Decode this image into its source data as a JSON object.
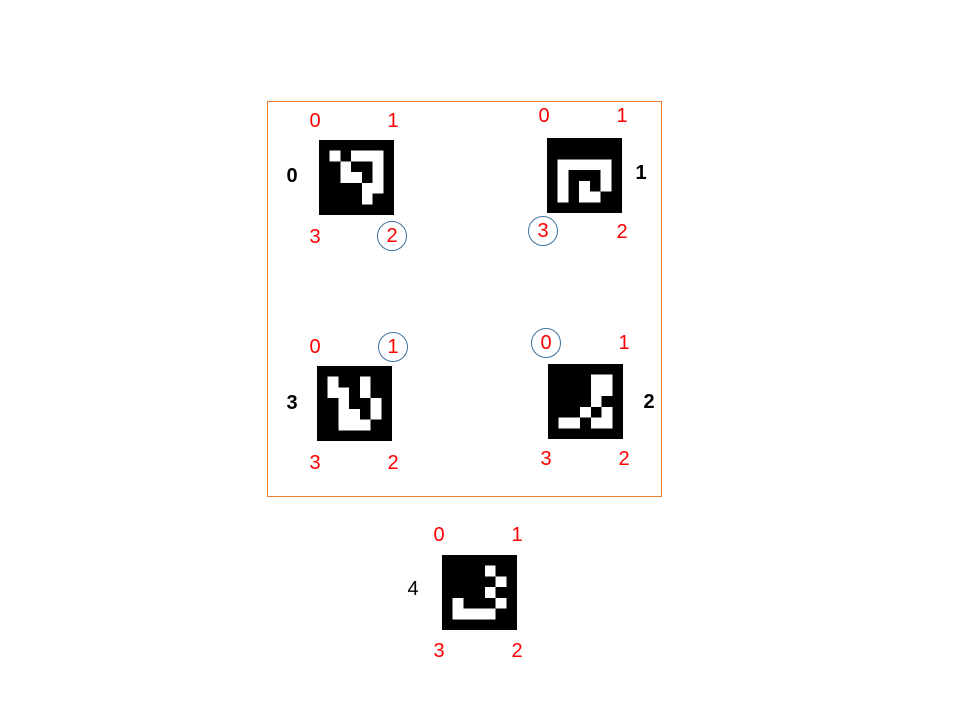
{
  "colors": {
    "corner_label": "#ff0000",
    "marker_id": "#000000",
    "circle": "#41719c",
    "board": "#ed7d31"
  },
  "markers": [
    {
      "id": "0",
      "corners": [
        "0",
        "1",
        "2",
        "3"
      ],
      "highlighted_corner": "2",
      "pattern": [
        [
          0,
          0,
          0,
          0,
          0,
          0,
          0
        ],
        [
          0,
          1,
          0,
          1,
          1,
          1,
          0
        ],
        [
          0,
          0,
          1,
          0,
          0,
          1,
          0
        ],
        [
          0,
          0,
          1,
          1,
          0,
          1,
          0
        ],
        [
          0,
          0,
          0,
          0,
          1,
          1,
          0
        ],
        [
          0,
          0,
          0,
          0,
          1,
          0,
          0
        ],
        [
          0,
          0,
          0,
          0,
          0,
          0,
          0
        ]
      ]
    },
    {
      "id": "1",
      "corners": [
        "0",
        "1",
        "2",
        "3"
      ],
      "highlighted_corner": "3",
      "pattern": [
        [
          0,
          0,
          0,
          0,
          0,
          0,
          0
        ],
        [
          0,
          0,
          0,
          0,
          0,
          0,
          0
        ],
        [
          0,
          1,
          1,
          1,
          1,
          1,
          0
        ],
        [
          0,
          1,
          0,
          0,
          0,
          1,
          0
        ],
        [
          0,
          1,
          0,
          1,
          0,
          1,
          0
        ],
        [
          0,
          1,
          0,
          1,
          1,
          0,
          0
        ],
        [
          0,
          0,
          0,
          0,
          0,
          0,
          0
        ]
      ]
    },
    {
      "id": "2",
      "corners": [
        "0",
        "1",
        "2",
        "3"
      ],
      "highlighted_corner": "0",
      "pattern": [
        [
          0,
          0,
          0,
          0,
          0,
          0,
          0
        ],
        [
          0,
          0,
          0,
          0,
          1,
          1,
          0
        ],
        [
          0,
          0,
          0,
          0,
          1,
          1,
          0
        ],
        [
          0,
          0,
          0,
          0,
          1,
          0,
          0
        ],
        [
          0,
          0,
          0,
          1,
          0,
          1,
          0
        ],
        [
          0,
          1,
          1,
          0,
          1,
          1,
          0
        ],
        [
          0,
          0,
          0,
          0,
          0,
          0,
          0
        ]
      ]
    },
    {
      "id": "3",
      "corners": [
        "0",
        "1",
        "2",
        "3"
      ],
      "highlighted_corner": "1",
      "pattern": [
        [
          0,
          0,
          0,
          0,
          0,
          0,
          0
        ],
        [
          0,
          1,
          0,
          0,
          1,
          0,
          0
        ],
        [
          0,
          1,
          1,
          0,
          1,
          0,
          0
        ],
        [
          0,
          0,
          1,
          0,
          0,
          1,
          0
        ],
        [
          0,
          0,
          1,
          1,
          0,
          1,
          0
        ],
        [
          0,
          0,
          1,
          1,
          1,
          0,
          0
        ],
        [
          0,
          0,
          0,
          0,
          0,
          0,
          0
        ]
      ]
    },
    {
      "id": "4",
      "corners": [
        "0",
        "1",
        "2",
        "3"
      ],
      "highlighted_corner": "",
      "pattern": [
        [
          0,
          0,
          0,
          0,
          0,
          0,
          0
        ],
        [
          0,
          0,
          0,
          0,
          1,
          0,
          0
        ],
        [
          0,
          0,
          0,
          0,
          0,
          1,
          0
        ],
        [
          0,
          0,
          0,
          0,
          1,
          0,
          0
        ],
        [
          0,
          1,
          0,
          0,
          0,
          1,
          0
        ],
        [
          0,
          1,
          1,
          1,
          1,
          0,
          0
        ],
        [
          0,
          0,
          0,
          0,
          0,
          0,
          0
        ]
      ]
    }
  ]
}
